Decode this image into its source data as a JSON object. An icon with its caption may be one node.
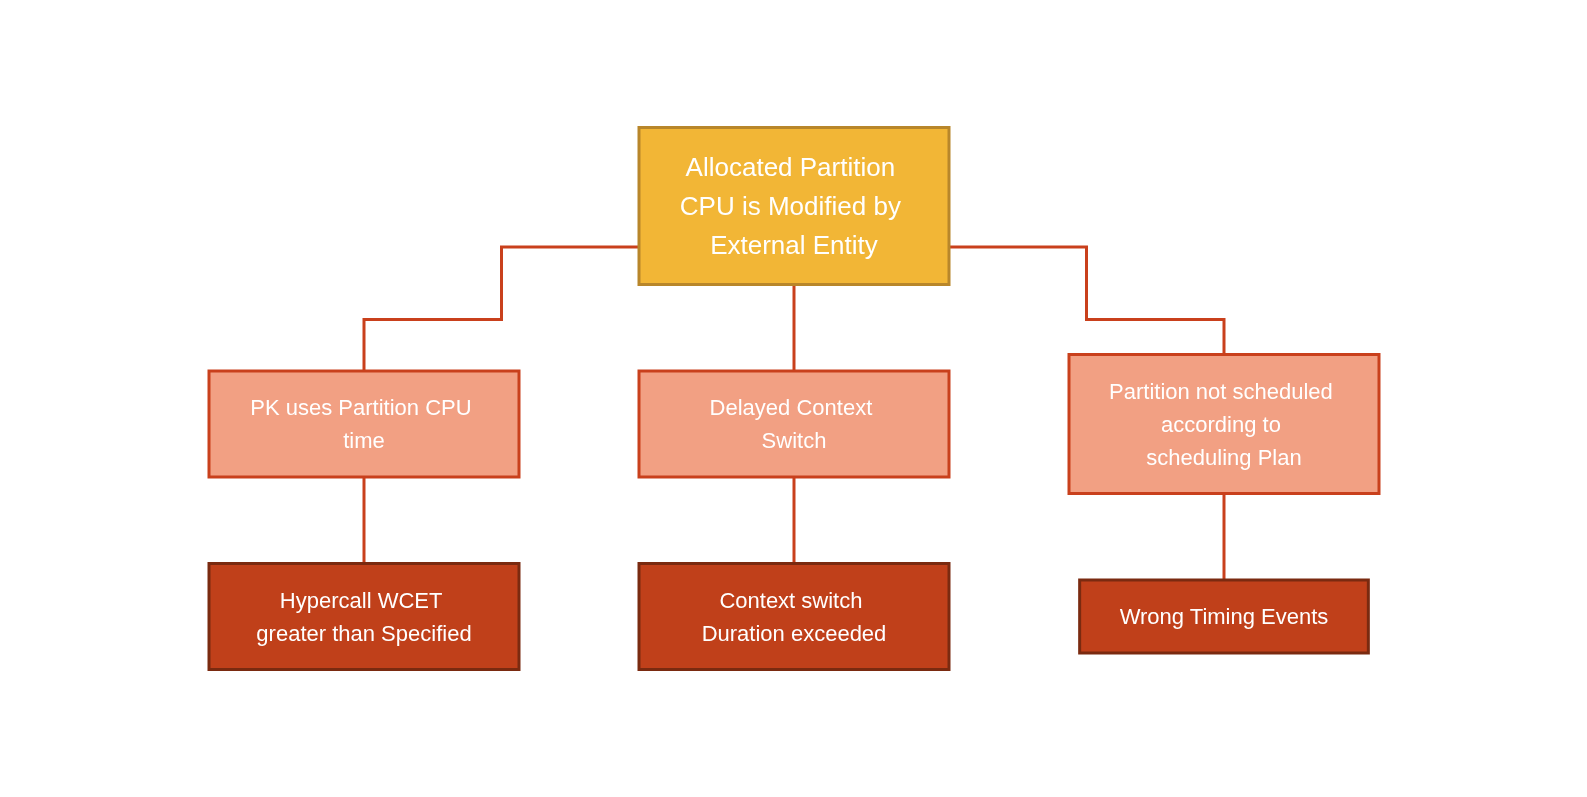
{
  "diagram": {
    "nodes": [
      {
        "text": [
          "Allocated Partition CPU is Modified by External Entity"
        ]
      },
      {
        "text": [
          "PK uses Partition CPU time"
        ]
      },
      {
        "text": [
          "Delayed Context Switch"
        ]
      },
      {
        "text": [
          "Partition not scheduled according to scheduling Plan"
        ]
      },
      {
        "text": [
          "Hypercall WCET greater than Specified"
        ]
      },
      {
        "text": [
          "Context switch Duration exceeded"
        ]
      },
      {
        "text": [
          "Wrong Timing Events"
        ]
      }
    ],
    "edges": [
      {
        "from": 0,
        "to": 1,
        "arrow": "none"
      },
      {
        "from": 0,
        "to": 2,
        "arrow": "none"
      },
      {
        "from": 0,
        "to": 3,
        "arrow": "none"
      },
      {
        "from": 1,
        "to": 4,
        "arrow": "none"
      },
      {
        "from": 2,
        "to": 5,
        "arrow": "none"
      },
      {
        "from": 3,
        "to": 6,
        "arrow": "none"
      }
    ]
  }
}
